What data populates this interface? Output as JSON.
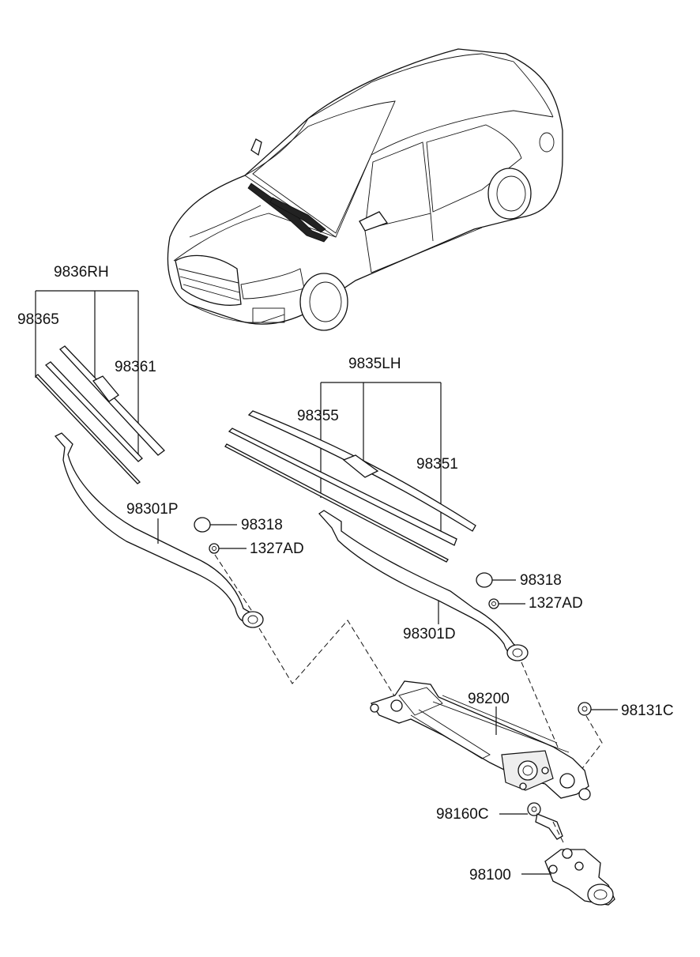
{
  "labels": {
    "blade_rh": "9836RH",
    "rh_refill": "98365",
    "rh_blade_assy": "98361",
    "blade_lh": "9835LH",
    "lh_refill": "98355",
    "lh_blade_assy": "98351",
    "arm_passenger": "98301P",
    "cap_left": "98318",
    "nut_left": "1327AD",
    "cap_right": "98318",
    "nut_right": "1327AD",
    "arm_driver": "98301D",
    "linkage": "98200",
    "nut_linkage": "98131C",
    "nut_motor": "98160C",
    "motor": "98100"
  }
}
